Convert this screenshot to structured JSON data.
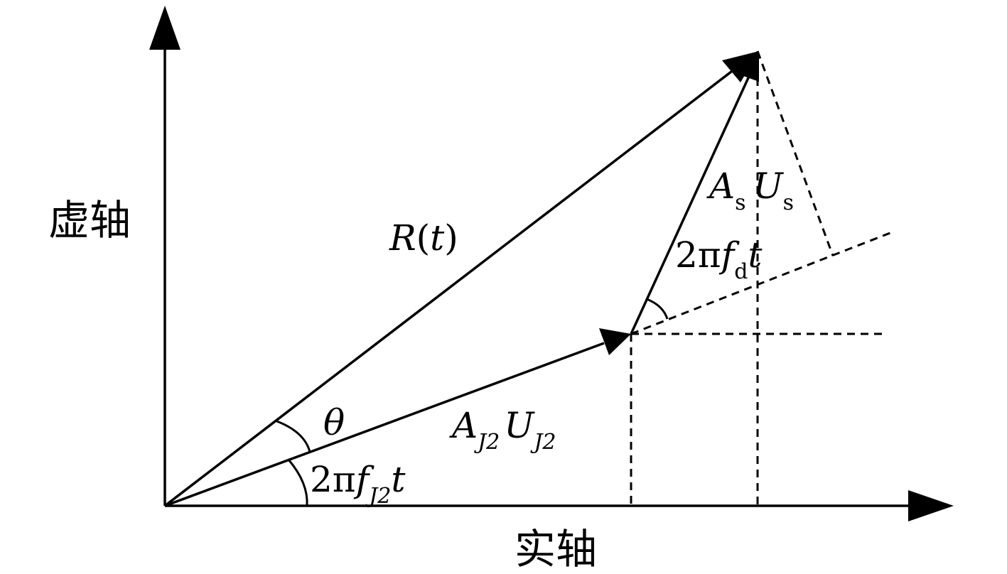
{
  "axes": {
    "imaginary_label": "虚轴",
    "real_label": "实轴"
  },
  "labels": {
    "resultant": {
      "symbol": "R",
      "open": "(",
      "var": "t",
      "close": ")"
    },
    "signal": {
      "amp": "A",
      "amp_sub": "s",
      "vec": "U",
      "vec_sub": "s"
    },
    "jammer": {
      "amp": "A",
      "amp_sub": "J2",
      "vec": "U",
      "vec_sub": "J2"
    },
    "theta": {
      "symbol": "θ"
    },
    "doppler_angle": {
      "prefix": "2π",
      "freq": "f",
      "freq_sub": "d",
      "var": "t"
    },
    "jammer_angle": {
      "prefix": "2π",
      "freq": "f",
      "freq_sub": "J2",
      "var": "t"
    }
  }
}
